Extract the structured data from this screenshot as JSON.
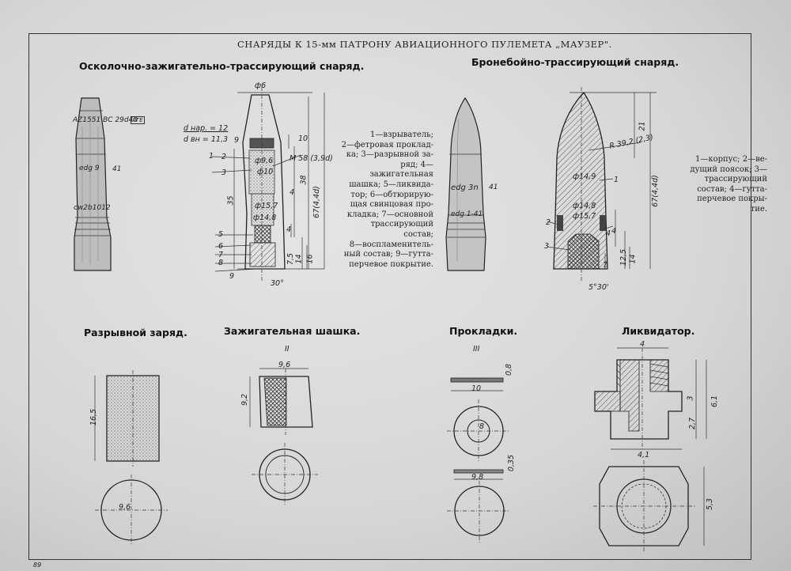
{
  "sheet_title": "СНАРЯДЫ К 15-мм ПАТРОНУ АВИАЦИОННОГО ПУЛЕМЕТА „МАУЗЕР\".",
  "sections": {
    "heit": "Осколочно-зажигательно-трассирующий снаряд.",
    "apt": "Бронебойно-трассирующий снаряд.",
    "burst": "Разрывной заряд.",
    "incend": "Зажигательная шашка.",
    "gaskets": "Прокладки.",
    "liquidator": "Ликвидатор."
  },
  "legends": {
    "heit": "1—взрыватель;\n2—фетровая проклад-\nка; 3—разрывной за-\nряд; 4—зажигательная\nшашка; 5—ликвида-\nтор; 6—обтюрирую-\nщая свинцовая про-\nкладка; 7—основной\nтрассирующий состав;\n8—воспламенитель-\nный состав; 9—гутта-\nперчевое покрытие.",
    "apt": "1—корпус; 2—ве-\nдущий поясок; 3—трассирующий\nсостав; 4—гутта-\nперчевое покры-\nтие."
  },
  "markings": {
    "heit_top": "AZ1551 ВС 29d40",
    "heit_box": "ЛГЕ",
    "heit_mid": "edg 9",
    "heit_41": "41",
    "heit_low": "cw2b1012",
    "apt_mid": "edg 3n",
    "apt_41": "41",
    "apt_low": "edg 1-41",
    "roman_2": "II",
    "roman_3": "III",
    "page_num": "89"
  },
  "dims": {
    "heit": {
      "phi6": "ф6",
      "dnar": "d нар. = 12",
      "dvn": "d вн = 11,3",
      "nine": "9",
      "ten": "10",
      "phi10": "ф10",
      "phi96": "ф9,6",
      "phi157": "ф15,7",
      "phi148": "ф14,8",
      "m58": "M 58 (3,9d)",
      "l35": "35",
      "l38": "38",
      "l67": "67(4,4d)",
      "l4": "4",
      "l75": "7,5",
      "l14": "14",
      "l16": "16",
      "a30": "30°",
      "n1": "1",
      "n2": "2",
      "n3": "3",
      "n4": "4",
      "n5": "5",
      "n6": "6",
      "n7": "7",
      "n8": "8",
      "n9": "9"
    },
    "apt": {
      "l21": "21",
      "r392": "R 39,2 (2,3)",
      "phi149": "ф14,9",
      "phi148": "ф14,8",
      "phi157": "ф15,7",
      "l67": "67(4,4d)",
      "l4": "4",
      "l125": "12,5",
      "l14": "14",
      "l7": "7",
      "a530": "5°30'",
      "n1": "1",
      "n2": "2",
      "n3": "3",
      "n4": "4"
    },
    "burst": {
      "h165": "16,5",
      "d96": "9,6"
    },
    "incend": {
      "w96": "9,6",
      "h92": "9,2"
    },
    "gaskets": {
      "t08": "0,8",
      "w10": "10",
      "d8": "8",
      "t035": "0,35",
      "w98": "9,8"
    },
    "liquidator": {
      "w4": "4",
      "h3": "3",
      "h27": "2,7",
      "h61": "6,1",
      "w41": "4,1",
      "h53": "5,3"
    }
  }
}
